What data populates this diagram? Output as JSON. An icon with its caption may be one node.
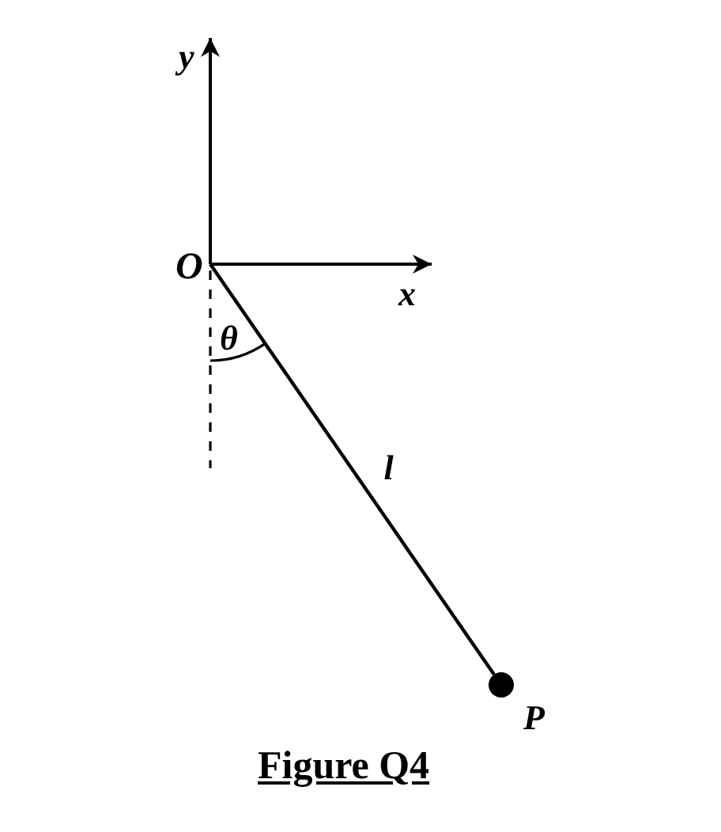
{
  "diagram": {
    "caption": "Figure Q4",
    "nodes": [
      {
        "text": [
          "O"
        ]
      },
      {
        "text": [],
        "shape": "circle",
        "beside": [
          "P"
        ]
      }
    ],
    "edges": [
      {
        "from": 0,
        "to": 1,
        "arrow": "none",
        "label": "l"
      }
    ],
    "labels": [
      "y",
      "x",
      "θ"
    ]
  }
}
